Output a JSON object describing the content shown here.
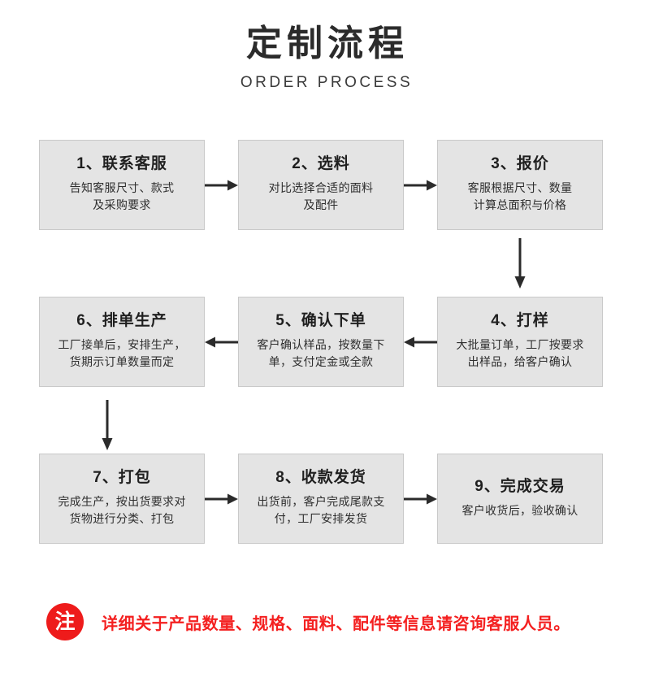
{
  "header": {
    "title_cn": "定制流程",
    "title_en": "ORDER PROCESS"
  },
  "colors": {
    "box_fill": "#e4e4e4",
    "box_border": "#c9c9c9",
    "title_text": "#2b2b2b",
    "arrow": "#2b2b2b",
    "note_red": "#f42020",
    "badge_red": "#ee1b1b",
    "page_background": "#ffffff"
  },
  "flow": {
    "rows": [
      {
        "direction": "right",
        "steps": [
          {
            "number": "1",
            "title": "1、联系客服",
            "desc": "告知客服尺寸、款式\n及采购要求"
          },
          {
            "number": "2",
            "title": "2、选料",
            "desc": "对比选择合适的面料\n及配件"
          },
          {
            "number": "3",
            "title": "3、报价",
            "desc": "客服根据尺寸、数量\n计算总面积与价格"
          }
        ]
      },
      {
        "direction": "left",
        "steps": [
          {
            "number": "6",
            "title": "6、排单生产",
            "desc": "工厂接单后，安排生产，\n货期示订单数量而定"
          },
          {
            "number": "5",
            "title": "5、确认下单",
            "desc": "客户确认样品，按数量下\n单，支付定金或全款"
          },
          {
            "number": "4",
            "title": "4、打样",
            "desc": "大批量订单，工厂按要求\n出样品，给客户确认"
          }
        ]
      },
      {
        "direction": "right",
        "steps": [
          {
            "number": "7",
            "title": "7、打包",
            "desc": "完成生产，按出货要求对\n货物进行分类、打包"
          },
          {
            "number": "8",
            "title": "8、收款发货",
            "desc": "出货前，客户完成尾款支\n付，工厂安排发货"
          },
          {
            "number": "9",
            "title": "9、完成交易",
            "desc": "客户收货后，验收确认"
          }
        ]
      }
    ],
    "connectors": {
      "row1_to_row2": "down-arrow-right-column",
      "row2_to_row3": "down-arrow-left-column"
    }
  },
  "note": {
    "badge": "注",
    "text": "详细关于产品数量、规格、面料、配件等信息请咨询客服人员。"
  }
}
